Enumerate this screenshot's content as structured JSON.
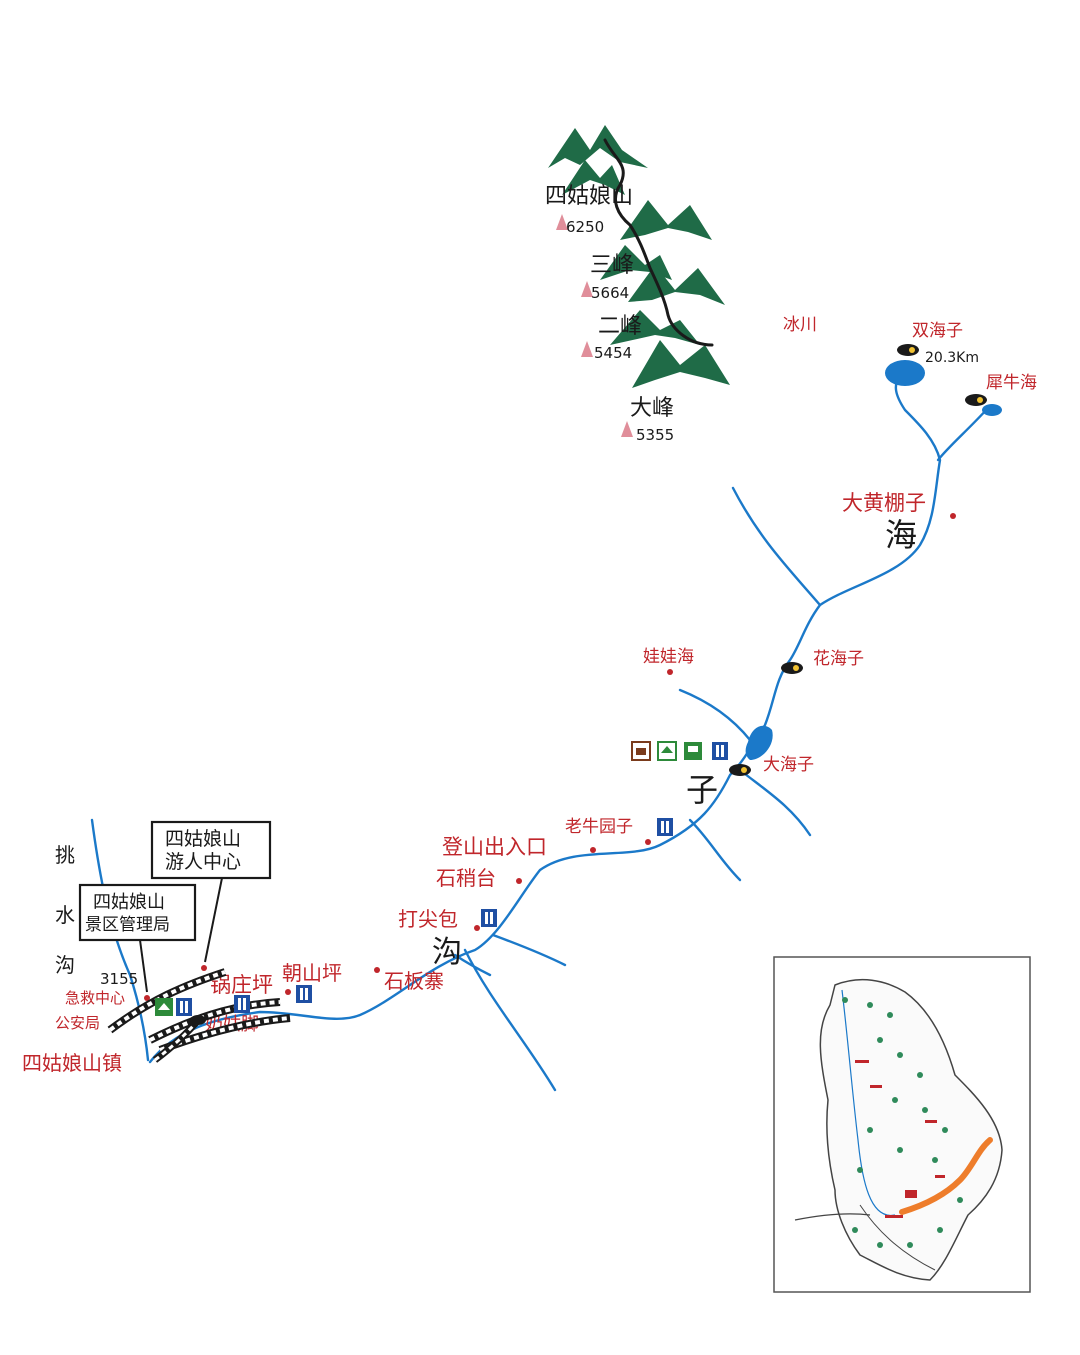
{
  "peaks": [
    {
      "name": "四姑娘山",
      "elevation": "6250"
    },
    {
      "name": "三峰",
      "elevation": "5664"
    },
    {
      "name": "二峰",
      "elevation": "5454"
    },
    {
      "name": "大峰",
      "elevation": "5355"
    }
  ],
  "valley_chars": {
    "hai": "海",
    "zi": "子",
    "gou": "沟"
  },
  "tiaoshui": [
    "挑",
    "水",
    "沟"
  ],
  "places": {
    "bingchuan": "冰川",
    "shuanghaizi": "双海子",
    "distance": "20.3Km",
    "xiniuhai": "犀牛海",
    "dahuangpengzi": "大黄棚子",
    "huahaizi": "花海子",
    "wawahai": "娃娃海",
    "dahaizi": "大海子",
    "laoniuyuanzi": "老牛园子",
    "dengshan": "登山出入口",
    "shishaotai": "石稍台",
    "dajianbao": "打尖包",
    "shibanzhai": "石板寨",
    "chaoshanping": "朝山坪",
    "guozhuangping": "锅庄坪",
    "naigujiao": "奶姑脚",
    "zhen": "四姑娘山镇",
    "jijiu": "急救中心",
    "gonganju": "公安局",
    "alt3155": "3155"
  },
  "callouts": {
    "visitor_center": [
      "四姑娘山",
      "游人中心"
    ],
    "admin": [
      "四姑娘山",
      "景区管理局"
    ]
  },
  "colors": {
    "river": "#1b79c9",
    "label": "#c0262b",
    "mountain": "#1f6b47",
    "route": "#ee7d2b"
  },
  "icons": [
    "viewpoint-icon",
    "toilet-icon",
    "restaurant-icon",
    "lodging-icon",
    "bus-icon"
  ]
}
